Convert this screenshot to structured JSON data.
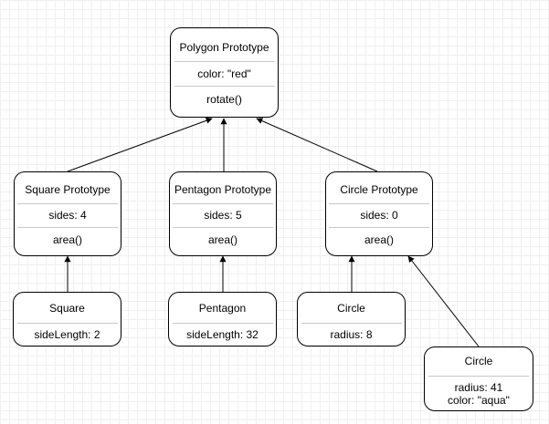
{
  "nodes": {
    "polygon": {
      "title": "Polygon Prototype",
      "property": "color: \"red\"",
      "method": "rotate()"
    },
    "square_proto": {
      "title": "Square Prototype",
      "property": "sides: 4",
      "method": "area()"
    },
    "pentagon_proto": {
      "title": "Pentagon Prototype",
      "property": "sides: 5",
      "method": "area()"
    },
    "circle_proto": {
      "title": "Circle Prototype",
      "property": "sides: 0",
      "method": "area()"
    },
    "square": {
      "title": "Square",
      "property": "sideLength: 2"
    },
    "pentagon": {
      "title": "Pentagon",
      "property": "sideLength: 32"
    },
    "circle_a": {
      "title": "Circle",
      "property": "radius: 8"
    },
    "circle_b": {
      "title": "Circle",
      "property": "radius: 41",
      "property2": "color: \"aqua\""
    }
  },
  "edges": [
    {
      "from": "square_proto",
      "to": "polygon"
    },
    {
      "from": "pentagon_proto",
      "to": "polygon"
    },
    {
      "from": "circle_proto",
      "to": "polygon"
    },
    {
      "from": "square",
      "to": "square_proto"
    },
    {
      "from": "pentagon",
      "to": "pentagon_proto"
    },
    {
      "from": "circle_a",
      "to": "circle_proto"
    },
    {
      "from": "circle_b",
      "to": "circle_proto"
    }
  ],
  "colors": {
    "stroke": "#000000",
    "separator": "#c8c8c8",
    "grid": "#f0f0f0"
  }
}
